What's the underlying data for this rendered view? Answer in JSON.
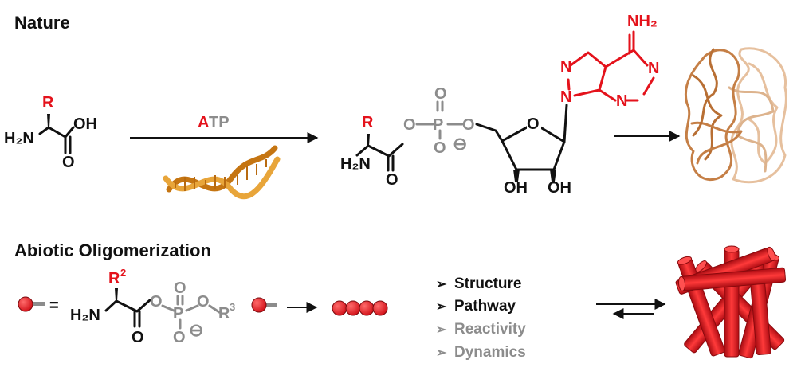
{
  "colors": {
    "black": "#111111",
    "gray": "#8c8c8c",
    "red": "#e4121b",
    "dna": "#d98a1a",
    "protein_dark": "#c2793a",
    "protein_light": "#e2b893",
    "rod": "#e4121b"
  },
  "nature": {
    "title": "Nature",
    "amino_acid": {
      "r": "R",
      "amine": "H₂N",
      "oh": "OH",
      "o": "O"
    },
    "reagent": {
      "a": "A",
      "tp": "TP"
    },
    "dna_icon": "dna-helix-icon",
    "adenylate": {
      "r": "R",
      "amine": "H₂N",
      "o": "O",
      "p": "P",
      "minus": "⊖",
      "ring_o": "O",
      "oh1": "OH",
      "oh2": "OH",
      "n": "N",
      "nh2": "NH₂"
    },
    "product_icon": "folded-protein-icon"
  },
  "abiotic": {
    "title": "Abiotic Oligomerization",
    "equals": "=",
    "monomer": {
      "r": "R",
      "r_sup": "2",
      "amine": "H₂N",
      "o": "O",
      "p": "P",
      "minus": "⊖",
      "r3": "R",
      "r3_sup": "3"
    },
    "list": [
      {
        "label": "Structure",
        "active": true
      },
      {
        "label": "Pathway",
        "active": true
      },
      {
        "label": "Reactivity",
        "active": false
      },
      {
        "label": "Dynamics",
        "active": false
      }
    ],
    "bullet": "➢",
    "product_icon": "fiber-bundle-icon"
  }
}
